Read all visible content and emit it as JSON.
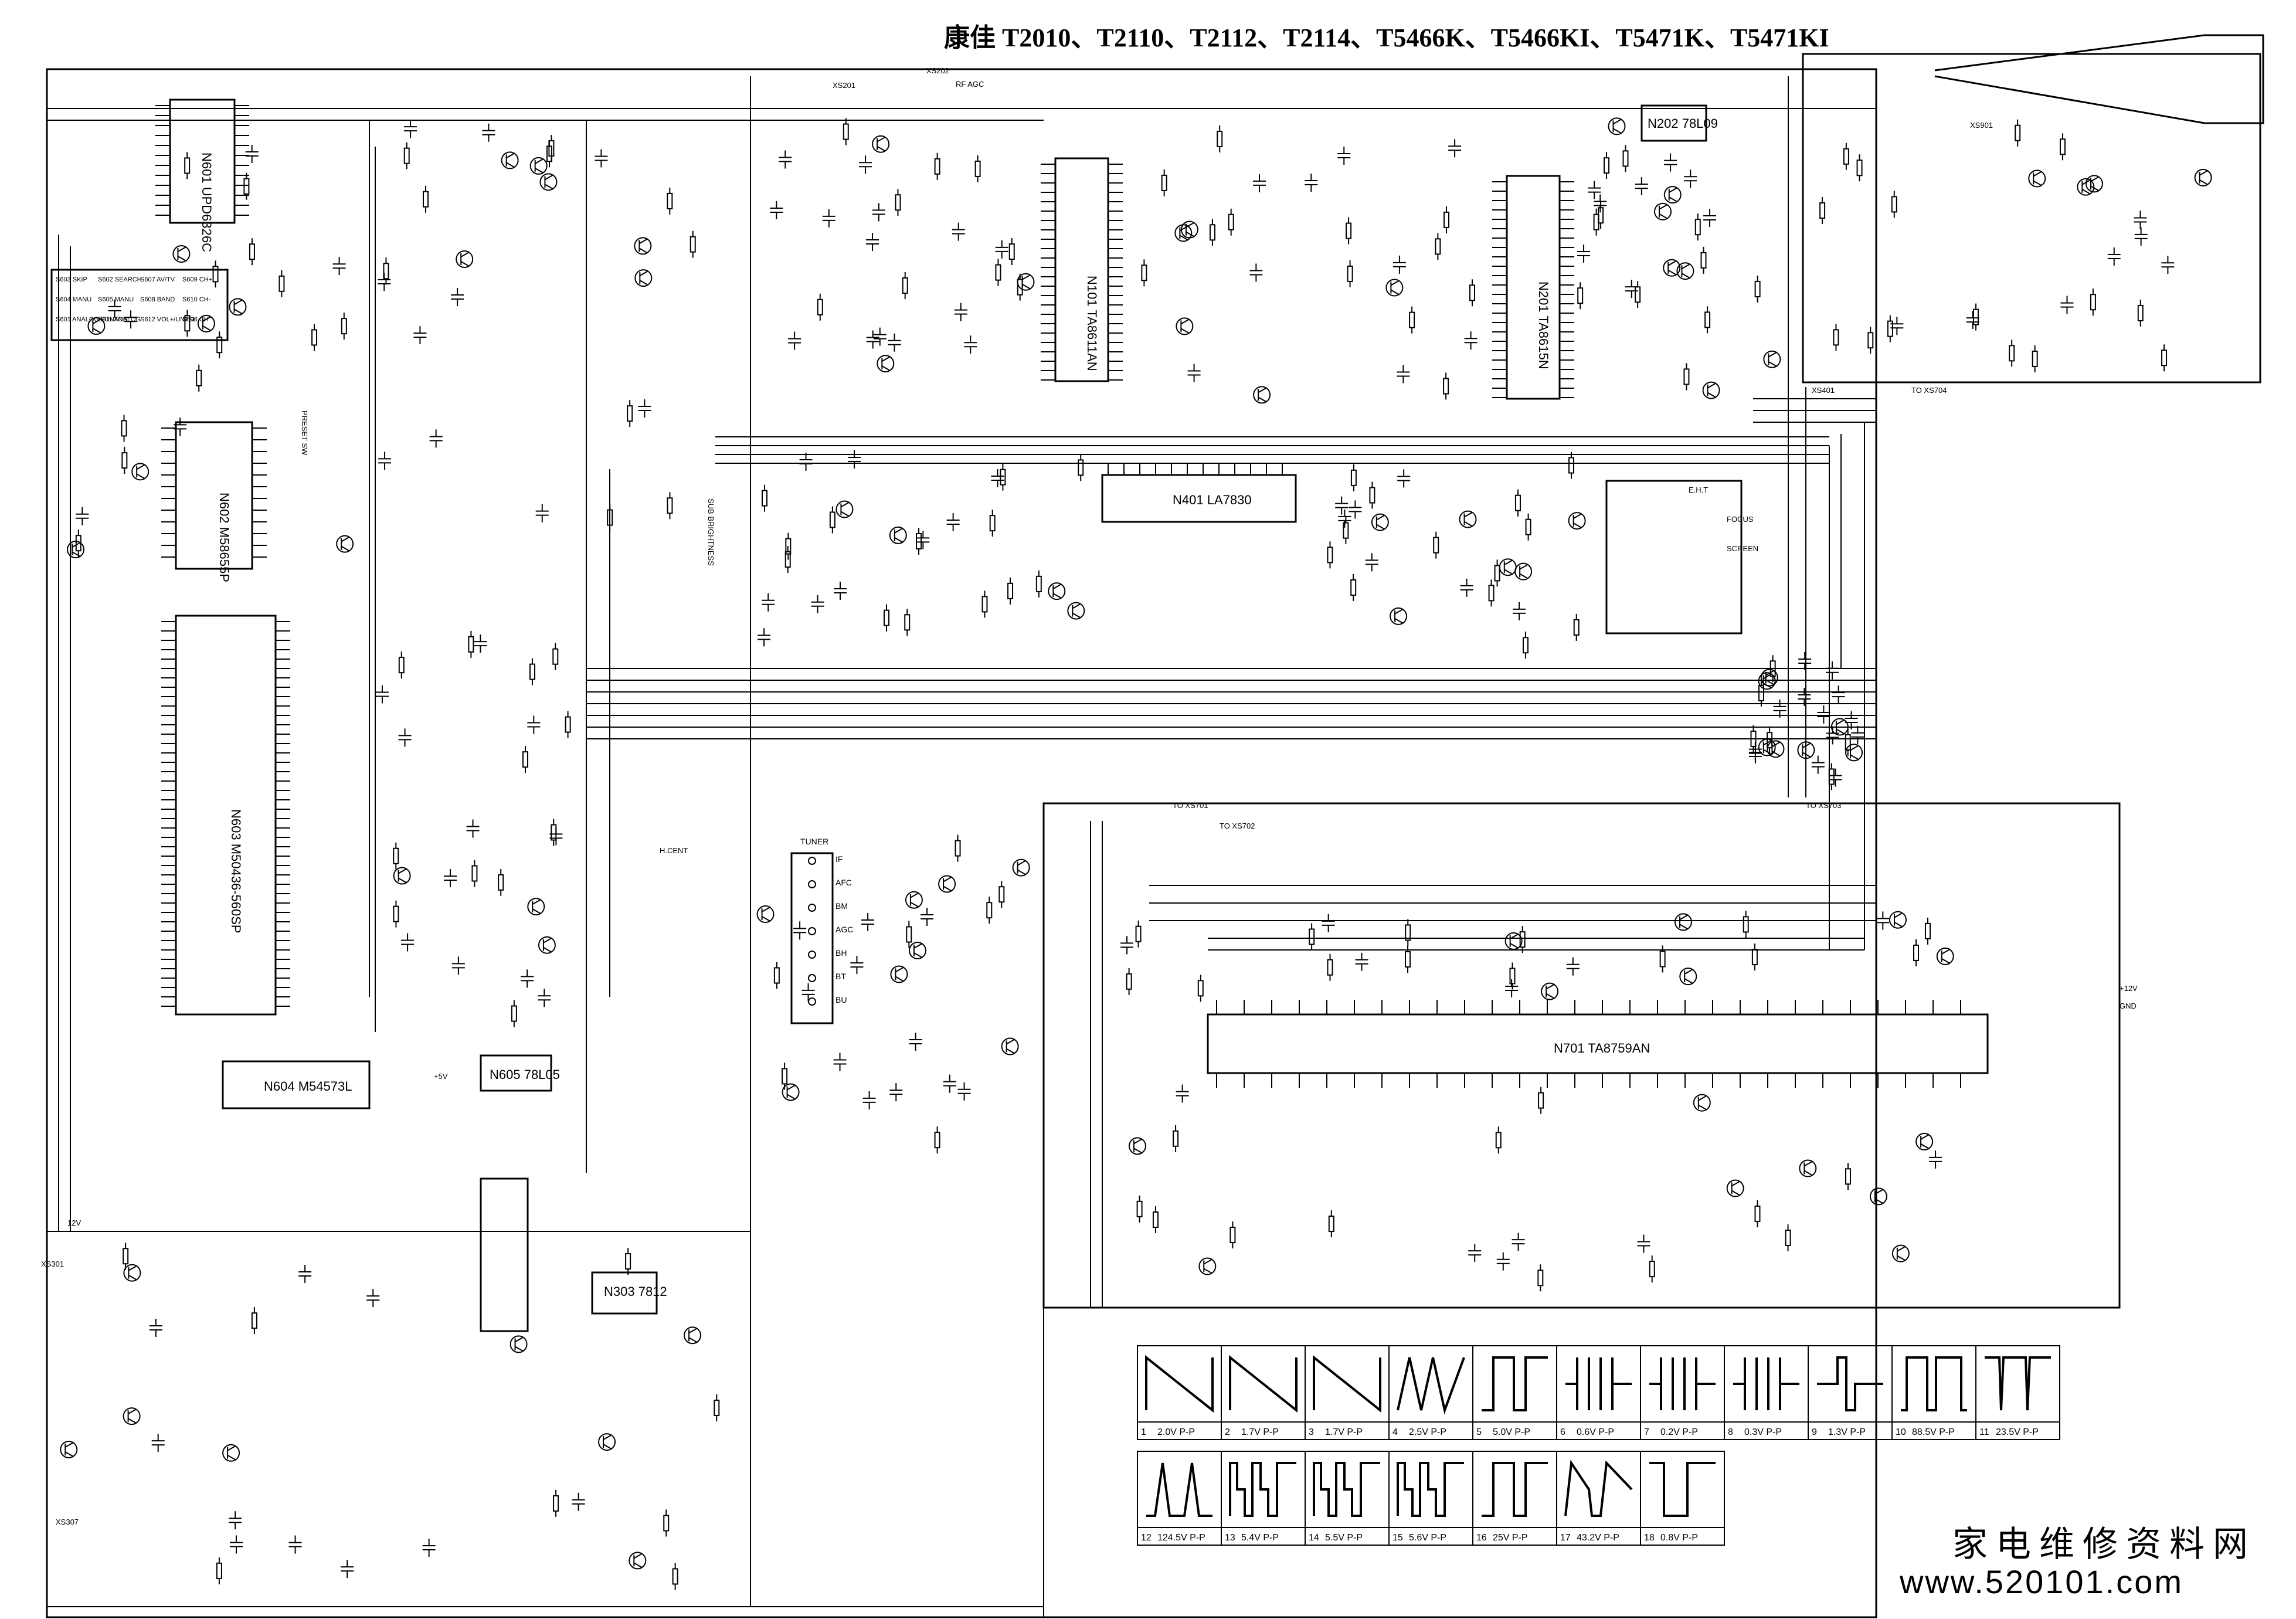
{
  "title": "康佳 T2010、T2110、T2112、T2114、T5466K、T5466KI、T5471K、T5471KI",
  "footer": {
    "site_name": "家电维修资料网",
    "site_url": "www.520101.com"
  },
  "ics": [
    {
      "id": "N701",
      "label": "N701 TA8759AN"
    },
    {
      "id": "N401",
      "label": "N401 LA7830"
    },
    {
      "id": "N201",
      "label": "N201 TA8615N"
    },
    {
      "id": "N101",
      "label": "N101 TA8611AN"
    },
    {
      "id": "N603",
      "label": "N603 M50436-560SP"
    },
    {
      "id": "N602",
      "label": "N602 M58655P"
    },
    {
      "id": "N601",
      "label": "N601 UPD6326C"
    },
    {
      "id": "N604",
      "label": "N604 M54573L"
    },
    {
      "id": "N605",
      "label": "N605 78L05"
    },
    {
      "id": "N202",
      "label": "N202 78L09"
    },
    {
      "id": "N303",
      "label": "N303 7812"
    }
  ],
  "tuner": {
    "title": "TUNER",
    "pins": [
      "IF",
      "AFC",
      "BM",
      "AGC",
      "BH",
      "BT",
      "BU"
    ]
  },
  "connectors": {
    "xs701": "TO XS701",
    "xs702": "TO XS702",
    "xs703": "TO XS703",
    "xs704": "TO XS704",
    "xs401": "XS401",
    "xs201": "XS201",
    "xs202": "XS202",
    "xs301": "XS301",
    "xs307": "XS307",
    "xs901": "XS901"
  },
  "keypad": [
    [
      "S603 SKIP",
      "S604 MANU",
      "S601 ANALOG FUNTON"
    ],
    [
      "S602 SEARCH",
      "S605 MANU",
      "S611 ANALOG"
    ],
    [
      "S607 AV/TV",
      "S608 BAND",
      "S612 VOL+/UNTSL"
    ],
    [
      "S609 CH+",
      "S610 CH-",
      "S606 CH"
    ]
  ],
  "misc_labels": {
    "eht": "E.H.T",
    "focus": "FOCUS",
    "screen": "SCREEN",
    "v12": "+12V",
    "v5": "+5V",
    "v12b": "12V",
    "gnd": "GND",
    "sub_brightness": "SUB BRIGHTNESS",
    "rf_agc": "RF AGC",
    "preset_sw": "PRESET SW",
    "h_cent": "H.CENT"
  },
  "waveforms": [
    {
      "id": 1,
      "label": "2.0V P-P",
      "shape": "sawtooth-n"
    },
    {
      "id": 2,
      "label": "1.7V P-P",
      "shape": "sawtooth-n"
    },
    {
      "id": 3,
      "label": "1.7V P-P",
      "shape": "sawtooth-n"
    },
    {
      "id": 4,
      "label": "2.5V P-P",
      "shape": "triangle"
    },
    {
      "id": 5,
      "label": "5.0V P-P",
      "shape": "square"
    },
    {
      "id": 6,
      "label": "0.6V P-P",
      "shape": "burst"
    },
    {
      "id": 7,
      "label": "0.2V P-P",
      "shape": "burst"
    },
    {
      "id": 8,
      "label": "0.3V P-P",
      "shape": "burst"
    },
    {
      "id": 9,
      "label": "1.3V P-P",
      "shape": "step"
    },
    {
      "id": 10,
      "label": "88.5V P-P",
      "shape": "pulse"
    },
    {
      "id": 11,
      "label": "23.5V P-P",
      "shape": "flyback-neg"
    },
    {
      "id": 12,
      "label": "124.5V P-P",
      "shape": "flyback"
    },
    {
      "id": 13,
      "label": "5.4V P-P",
      "shape": "video"
    },
    {
      "id": 14,
      "label": "5.5V P-P",
      "shape": "video"
    },
    {
      "id": 15,
      "label": "5.6V P-P",
      "shape": "video"
    },
    {
      "id": 16,
      "label": "25V P-P",
      "shape": "square"
    },
    {
      "id": 17,
      "label": "43.2V P-P",
      "shape": "ramp-pulse"
    },
    {
      "id": 18,
      "label": "0.8V P-P",
      "shape": "pulse-neg"
    }
  ],
  "colors": {
    "ink": "#000000",
    "paper": "#ffffff"
  }
}
